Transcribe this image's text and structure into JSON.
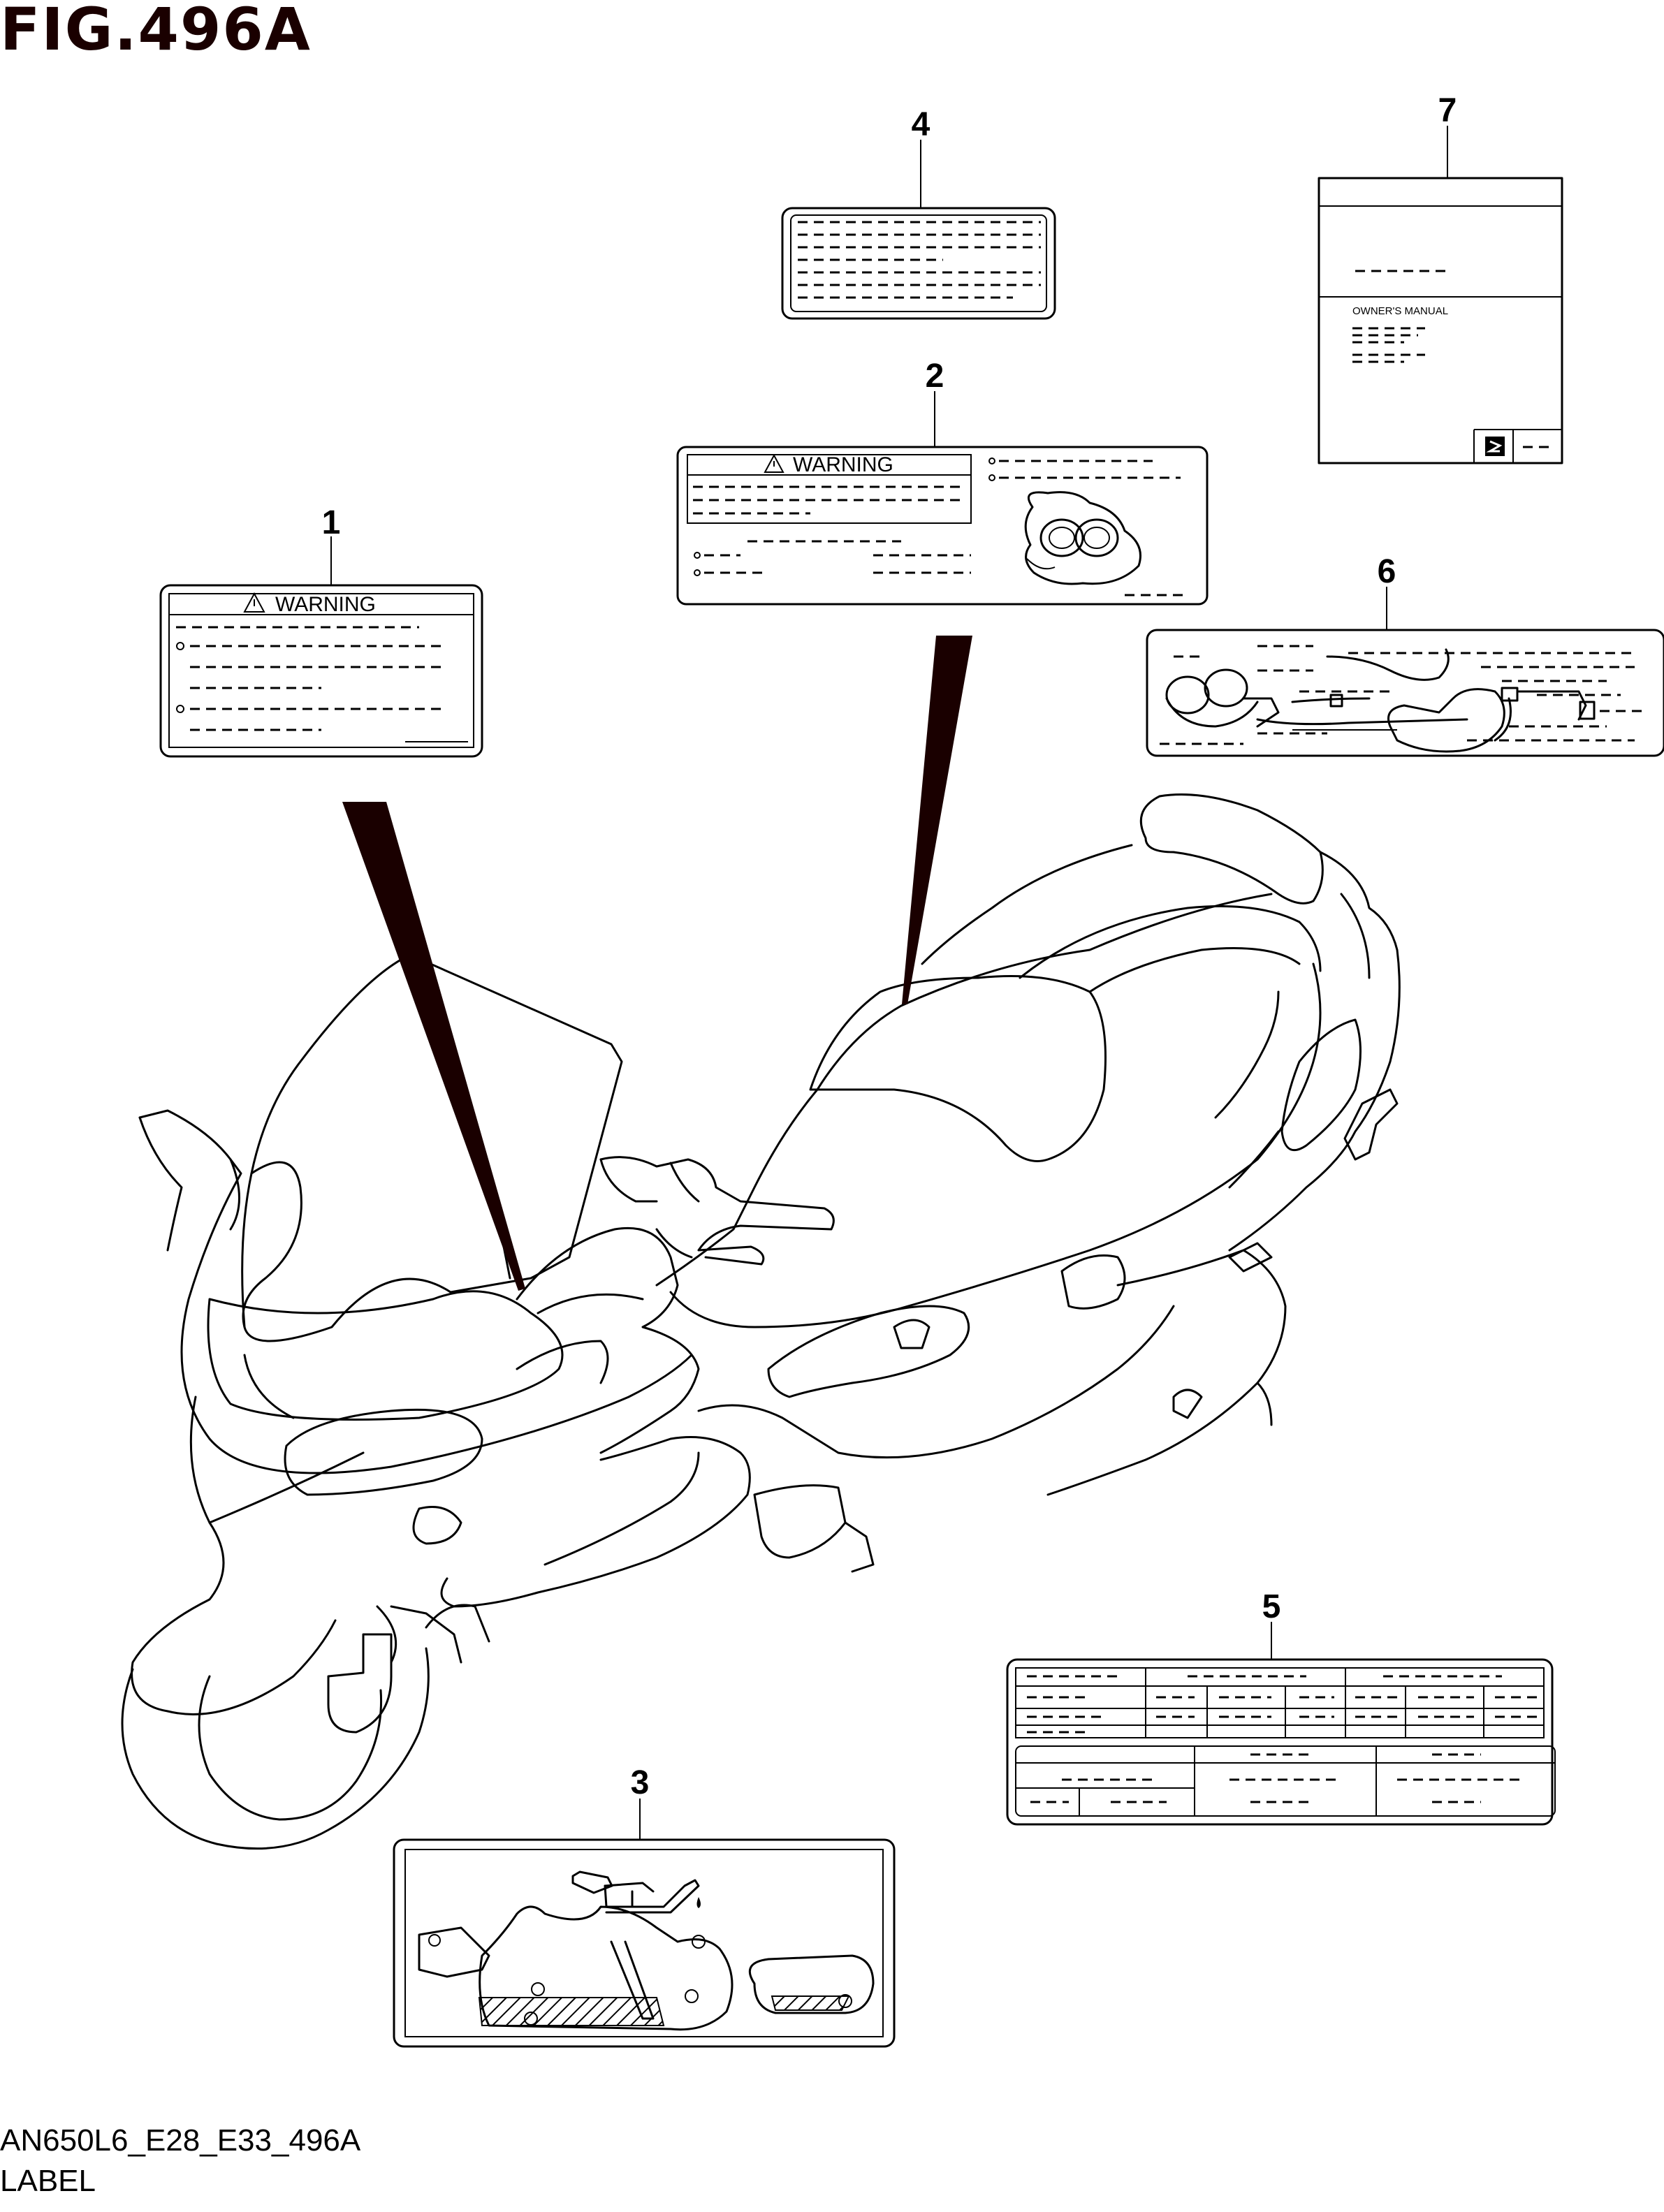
{
  "figure_title": "FIG.496A",
  "footer": {
    "model_code": "AN650L6_E28_E33_496A",
    "section_name": "LABEL"
  },
  "callouts": [
    {
      "id": "1",
      "label": "1"
    },
    {
      "id": "2",
      "label": "2"
    },
    {
      "id": "3",
      "label": "3"
    },
    {
      "id": "4",
      "label": "4"
    },
    {
      "id": "5",
      "label": "5"
    },
    {
      "id": "6",
      "label": "6"
    },
    {
      "id": "7",
      "label": "7"
    }
  ],
  "labels": {
    "warning_1": "WARNING",
    "warning_2": "WARNING",
    "manual_text": "OWNER'S MANUAL"
  },
  "colors": {
    "title": "#1a0000",
    "line": "#000000",
    "pointer": "#1a0000"
  }
}
